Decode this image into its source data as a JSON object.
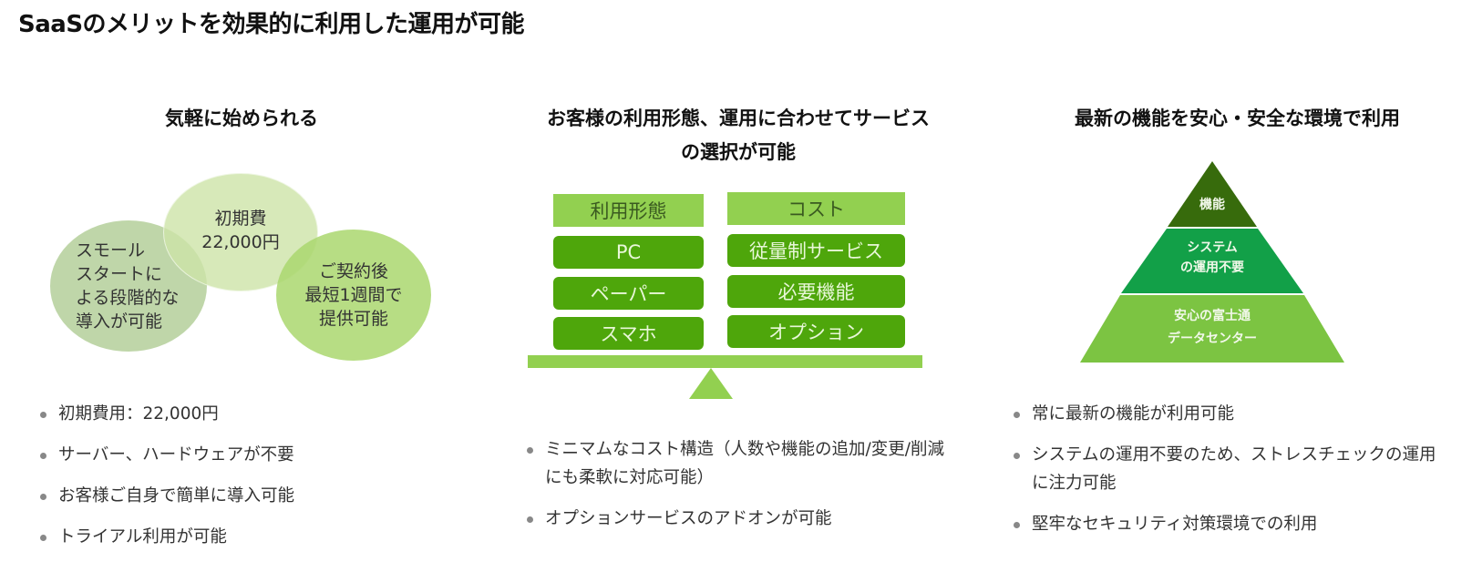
{
  "page": {
    "title": "SaaSのメリットを効果的に利用した運用が可能"
  },
  "columns": [
    {
      "heading": "気軽に始められる",
      "venn": {
        "circles": [
          {
            "label": "スモール\nスタートに\nよる段階的な\n導入が可能",
            "color": "#aac88c"
          },
          {
            "label": "初期費\n22,000円",
            "color": "#cde4a8"
          },
          {
            "label": "ご契約後\n最短1週間で\n提供可能",
            "color": "#aad76e"
          }
        ]
      },
      "bullets": [
        "初期費用：22,000円",
        "サーバー、ハードウェアが不要",
        "お客様ご自身で簡単に導入可能",
        "トライアル利用が可能"
      ]
    },
    {
      "heading": "お客様の利用形態、運用に合わせてサービスの選択が可能",
      "heading_lines": [
        "お客様の利用形態、運用に合わせてサービス",
        "の選択が可能"
      ],
      "balance": {
        "left": {
          "header": "利用形態",
          "items": [
            "PC",
            "ペーパー",
            "スマホ"
          ]
        },
        "right": {
          "header": "コスト",
          "items": [
            "従量制サービス",
            "必要機能",
            "オプション"
          ]
        },
        "colors": {
          "header": "#92d050",
          "item": "#4ea60b",
          "beam": "#92d050"
        }
      },
      "bullets": [
        "ミニマムなコスト構造（人数や機能の追加/変更/削減にも柔軟に対応可能）",
        "オプションサービスのアドオンが可能"
      ]
    },
    {
      "heading": "最新の機能を安心・安全な環境で利用",
      "pyramid": {
        "tiers": [
          {
            "label": "機能",
            "color": "#376b0c"
          },
          {
            "label": "システム\nの運用不要",
            "color": "#12a048"
          },
          {
            "label": "安心の富士通\nデータセンター",
            "color": "#7cc442"
          }
        ]
      },
      "bullets": [
        "常に最新の機能が利用可能",
        "システムの運用不要のため、ストレスチェックの運用に注力可能",
        "堅牢なセキュリティ対策環境での利用"
      ]
    }
  ]
}
